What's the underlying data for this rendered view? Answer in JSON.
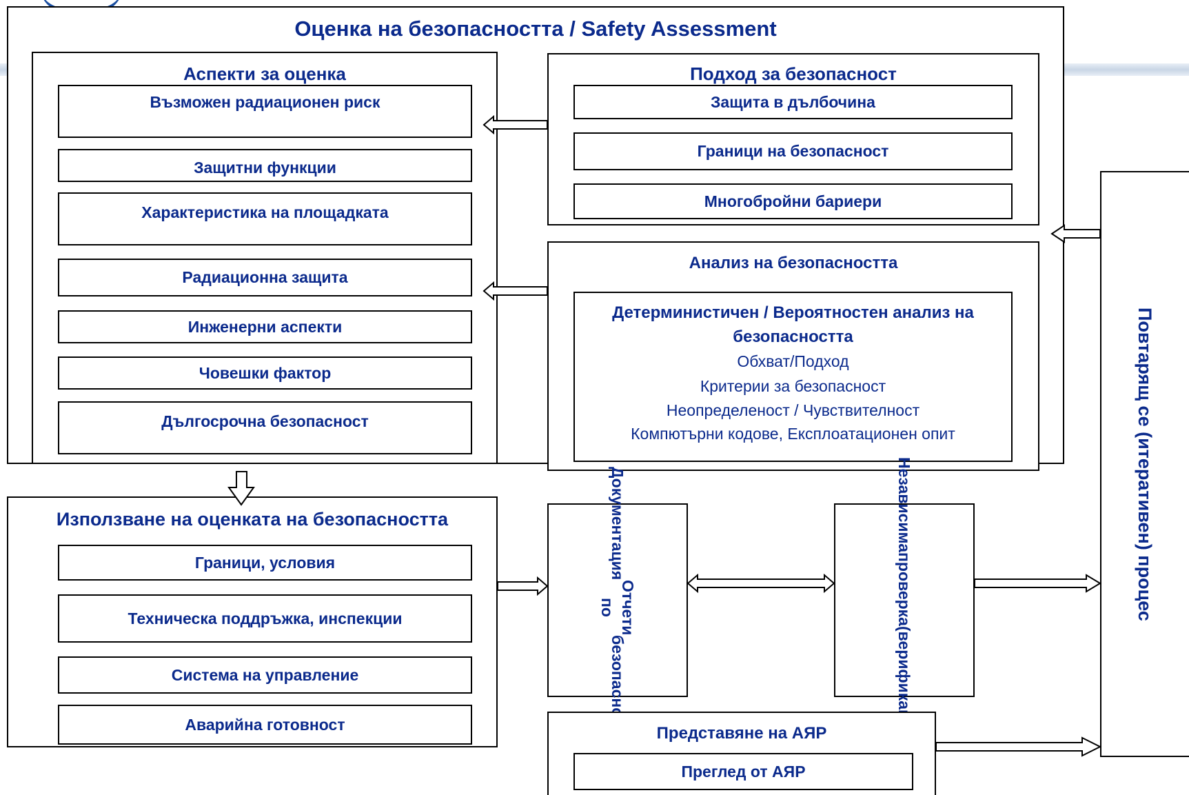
{
  "assessment": {
    "title": "Оценка на безопасността / Safety Assessment",
    "aspects": {
      "title": "Аспекти за оценка",
      "items": [
        "Възможен радиационен риск",
        "Защитни функции",
        "Характеристика на площадката",
        "Радиационна защита",
        "Инженерни аспекти",
        "Човешки фактор",
        "Дългосрочна безопасност"
      ]
    },
    "approach": {
      "title": "Подход за безопасност",
      "items": [
        "Защита в дълбочина",
        "Граници на безопасност",
        "Многобройни бариери"
      ]
    },
    "analysis": {
      "title": "Анализ на безопасността",
      "detail_title_line1": "Детерминистичен / Вероятностен анализ на",
      "detail_title_line2": "безопасността",
      "detail_lines": [
        "Обхват/Подход",
        "Критерии за безопасност",
        "Неопределеност / Чувствителност",
        "Компютърни кодове, Експлоатационен опит"
      ]
    }
  },
  "use": {
    "title": "Използване на оценката на безопасността",
    "items": [
      "Граници, условия",
      "Техническа поддръжка, инспекции",
      "Система на управление",
      "Аварийна готовност"
    ]
  },
  "documentation": {
    "line1": "Документация",
    "line2": "Отчети по",
    "line3": "безопасност"
  },
  "verification": {
    "line1": "Независима",
    "line2": "проверка",
    "line3": "(верификация)"
  },
  "regulator": {
    "title": "Представяне на АЯР",
    "item": "Преглед от АЯР"
  },
  "iterative": {
    "label": "Повтарящ се (итеративен) процес"
  },
  "colors": {
    "text": "#0b2a8c",
    "border": "#000000",
    "background_stripe": "#c9d6e6"
  }
}
